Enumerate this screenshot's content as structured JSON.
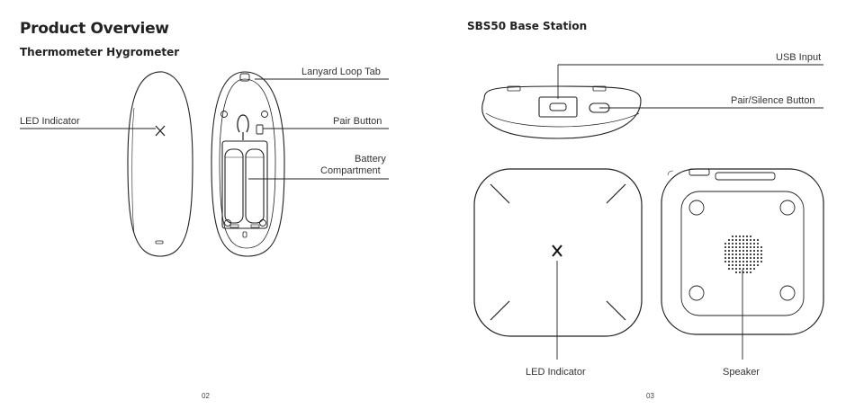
{
  "left_page": {
    "title": "Product Overview",
    "subtitle": "Thermometer Hygrometer",
    "labels": {
      "lanyard": "Lanyard Loop Tab",
      "led": "LED Indicator",
      "pair": "Pair Button",
      "battery_line1": "Battery",
      "battery_line2": "Compartment"
    },
    "page_number": "02"
  },
  "right_page": {
    "title": "SBS50 Base Station",
    "labels": {
      "usb": "USB Input",
      "pair_silence": "Pair/Silence Button",
      "led": "LED Indicator",
      "speaker": "Speaker"
    },
    "page_number": "03"
  }
}
